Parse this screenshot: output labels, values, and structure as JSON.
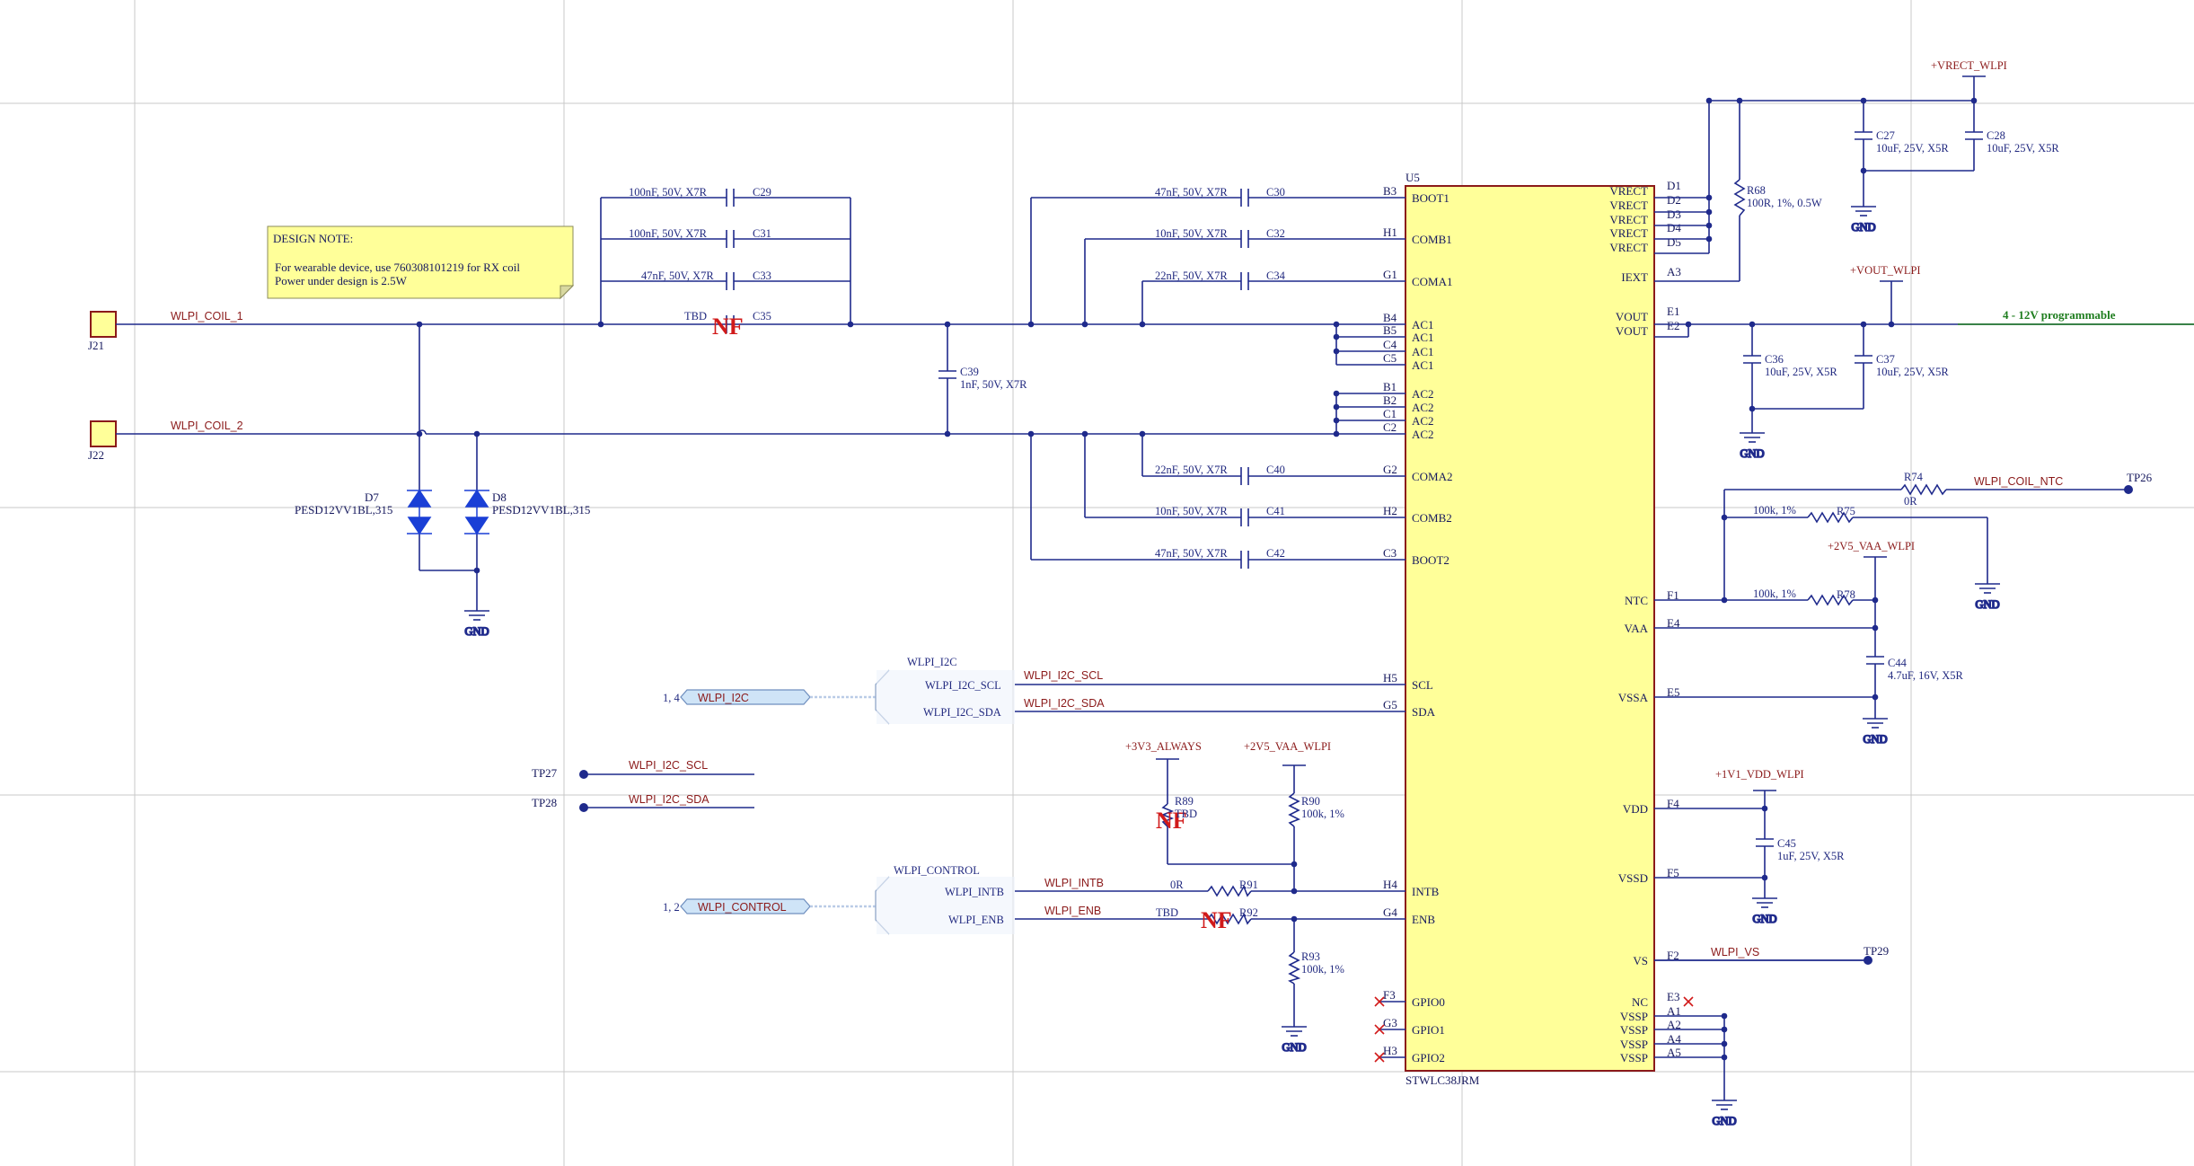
{
  "colors": {
    "wire": "#1f2a8c",
    "ic_fill": "#ffff99",
    "ic_border": "#8b1a1a",
    "net": "#8b1a1a",
    "note_bg": "#ffff99",
    "green": "#1e7d1e",
    "nf": "#d11a1a",
    "tvs": "#1a3fd6"
  },
  "note": {
    "title": "DESIGN NOTE:",
    "line1": "For wearable device, use 760308101219 for RX coil",
    "line2": "Power under design is 2.5W"
  },
  "connectors": {
    "j21": "J21",
    "j22": "J22"
  },
  "nets": {
    "coil1": "WLPI_COIL_1",
    "coil2": "WLPI_COIL_2",
    "scl": "WLPI_I2C_SCL",
    "sda": "WLPI_I2C_SDA",
    "intb": "WLPI_INTB",
    "enb": "WLPI_ENB",
    "ntc": "WLPI_COIL_NTC",
    "vs": "WLPI_VS"
  },
  "power": {
    "vrect": "+VRECT_WLPI",
    "vout": "+VOUT_WLPI",
    "vaa1": "+2V5_VAA_WLPI",
    "vaa2": "+2V5_VAA_WLPI",
    "v3v3": "+3V3_ALWAYS",
    "v1v1": "+1V1_VDD_WLPI",
    "gnd": "GND"
  },
  "vout_note": "4 - 12V programmable",
  "bus": {
    "i2c_label": "WLPI_I2C",
    "i2c_ref": "1, 4",
    "i2c_port": "WLPI_I2C",
    "i2c_scl": "WLPI_I2C_SCL",
    "i2c_sda": "WLPI_I2C_SDA",
    "ctl_label": "WLPI_CONTROL",
    "ctl_ref": "1, 2",
    "ctl_port": "WLPI_CONTROL",
    "ctl_intb": "WLPI_INTB",
    "ctl_enb": "WLPI_ENB"
  },
  "tp": {
    "tp26": "TP26",
    "tp27": "TP27",
    "tp28": "TP28",
    "tp29": "TP29"
  },
  "tvs": {
    "d7": "D7",
    "d8": "D8",
    "part": "PESD12VV1BL,315"
  },
  "caps": {
    "c29": {
      "ref": "C29",
      "val": "100nF, 50V, X7R"
    },
    "c31": {
      "ref": "C31",
      "val": "100nF, 50V, X7R"
    },
    "c33": {
      "ref": "C33",
      "val": "47nF, 50V, X7R"
    },
    "c35": {
      "ref": "C35",
      "val": "TBD"
    },
    "c39": {
      "ref": "C39",
      "val": "1nF, 50V, X7R"
    },
    "c30": {
      "ref": "C30",
      "val": "47nF, 50V, X7R"
    },
    "c32": {
      "ref": "C32",
      "val": "10nF, 50V, X7R"
    },
    "c34": {
      "ref": "C34",
      "val": "22nF, 50V, X7R"
    },
    "c40": {
      "ref": "C40",
      "val": "22nF, 50V, X7R"
    },
    "c41": {
      "ref": "C41",
      "val": "10nF, 50V, X7R"
    },
    "c42": {
      "ref": "C42",
      "val": "47nF, 50V, X7R"
    },
    "c27": {
      "ref": "C27",
      "val": "10uF, 25V, X5R"
    },
    "c28": {
      "ref": "C28",
      "val": "10uF, 25V, X5R"
    },
    "c36": {
      "ref": "C36",
      "val": "10uF, 25V, X5R"
    },
    "c37": {
      "ref": "C37",
      "val": "10uF, 25V, X5R"
    },
    "c44": {
      "ref": "C44",
      "val": "4.7uF, 16V, X5R"
    },
    "c45": {
      "ref": "C45",
      "val": "1uF, 25V, X5R"
    }
  },
  "res": {
    "r68": {
      "ref": "R68",
      "val": "100R, 1%, 0.5W"
    },
    "r74": {
      "ref": "R74",
      "val": "0R"
    },
    "r75": {
      "ref": "R75",
      "val": "100k, 1%"
    },
    "r78": {
      "ref": "R78",
      "val": "100k, 1%"
    },
    "r89": {
      "ref": "R89",
      "val": "TBD"
    },
    "r90": {
      "ref": "R90",
      "val": "100k, 1%"
    },
    "r91": {
      "ref": "R91",
      "val": "0R"
    },
    "r92": {
      "ref": "R92",
      "val": "TBD"
    },
    "r93": {
      "ref": "R93",
      "val": "100k, 1%"
    }
  },
  "nf": "NF",
  "ic": {
    "ref": "U5",
    "part": "STWLC38JRM",
    "left": [
      {
        "num": "B3",
        "name": "BOOT1"
      },
      {
        "num": "H1",
        "name": "COMB1"
      },
      {
        "num": "G1",
        "name": "COMA1"
      },
      {
        "num": "B4",
        "name": "AC1"
      },
      {
        "num": "B5",
        "name": "AC1"
      },
      {
        "num": "C4",
        "name": "AC1"
      },
      {
        "num": "C5",
        "name": "AC1"
      },
      {
        "num": "B1",
        "name": "AC2"
      },
      {
        "num": "B2",
        "name": "AC2"
      },
      {
        "num": "C1",
        "name": "AC2"
      },
      {
        "num": "C2",
        "name": "AC2"
      },
      {
        "num": "G2",
        "name": "COMA2"
      },
      {
        "num": "H2",
        "name": "COMB2"
      },
      {
        "num": "C3",
        "name": "BOOT2"
      },
      {
        "num": "H5",
        "name": "SCL"
      },
      {
        "num": "G5",
        "name": "SDA"
      },
      {
        "num": "H4",
        "name": "INTB"
      },
      {
        "num": "G4",
        "name": "ENB"
      },
      {
        "num": "F3",
        "name": "GPIO0"
      },
      {
        "num": "G3",
        "name": "GPIO1"
      },
      {
        "num": "H3",
        "name": "GPIO2"
      }
    ],
    "right": [
      {
        "num": "D1",
        "name": "VRECT"
      },
      {
        "num": "D2",
        "name": "VRECT"
      },
      {
        "num": "D3",
        "name": "VRECT"
      },
      {
        "num": "D4",
        "name": "VRECT"
      },
      {
        "num": "D5",
        "name": "VRECT"
      },
      {
        "num": "A3",
        "name": "IEXT"
      },
      {
        "num": "E1",
        "name": "VOUT"
      },
      {
        "num": "E2",
        "name": "VOUT"
      },
      {
        "num": "F1",
        "name": "NTC"
      },
      {
        "num": "E4",
        "name": "VAA"
      },
      {
        "num": "E5",
        "name": "VSSA"
      },
      {
        "num": "F4",
        "name": "VDD"
      },
      {
        "num": "F5",
        "name": "VSSD"
      },
      {
        "num": "F2",
        "name": "VS"
      },
      {
        "num": "E3",
        "name": "NC"
      },
      {
        "num": "A1",
        "name": "VSSP"
      },
      {
        "num": "A2",
        "name": "VSSP"
      },
      {
        "num": "A4",
        "name": "VSSP"
      },
      {
        "num": "A5",
        "name": "VSSP"
      }
    ]
  }
}
